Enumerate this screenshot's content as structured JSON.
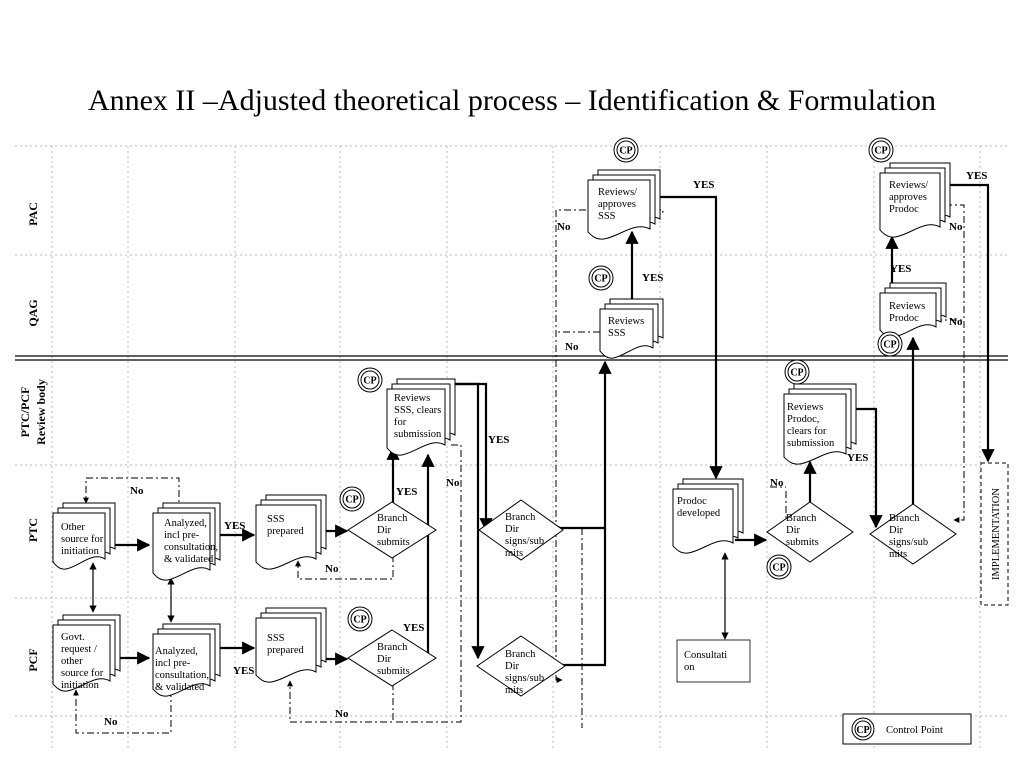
{
  "title": "Annex II –Adjusted theoretical process – Identification & Formulation",
  "lanes": {
    "pac": "PAC",
    "qag": "QAG",
    "ptc_pcf_1": "PTC/PCF",
    "ptc_pcf_2": "Review body",
    "ptc": "PTC",
    "pcf": "PCF"
  },
  "nodes": {
    "ptc_other_source": [
      "Other",
      "source for",
      "initiation"
    ],
    "ptc_analyzed": [
      "Analyzed,",
      "incl pre-",
      "consultation,",
      "& validated"
    ],
    "ptc_sss_prepared": [
      "SSS",
      "prepared"
    ],
    "ptc_branch_dir": [
      "Branch",
      "Dir",
      "submits"
    ],
    "pcf_govt_request": [
      "Govt.",
      "request /",
      "other",
      "source for",
      "initiation"
    ],
    "pcf_analyzed": [
      "Analyzed,",
      "incl pre-",
      "consultation,",
      "& validated"
    ],
    "pcf_sss_prepared": [
      "SSS",
      "prepared"
    ],
    "pcf_branch_dir": [
      "Branch",
      "Dir",
      "submits"
    ],
    "review_sss_clears": [
      "Reviews",
      "SSS, clears",
      "for",
      "submission"
    ],
    "ptc_branch_signs": [
      "Branch",
      "Dir",
      "signs/sub",
      "mits"
    ],
    "pcf_branch_signs": [
      "Branch",
      "Dir",
      "signs/sub",
      "mits"
    ],
    "qag_reviews_sss": [
      "Reviews",
      "SSS"
    ],
    "pac_reviews_sss": [
      "Reviews/",
      "approves",
      "SSS"
    ],
    "prodoc_developed": [
      "Prodoc",
      "developed"
    ],
    "consultation": [
      "Consultati",
      "on"
    ],
    "ptc_branch_submits_prodoc": [
      "Branch",
      "Dir",
      "submits"
    ],
    "review_prodoc_clears": [
      "Reviews",
      "Prodoc,",
      "clears for",
      "submission"
    ],
    "ptc_branch_signs_prodoc": [
      "Branch",
      "Dir",
      "signs/sub",
      "mits"
    ],
    "qag_reviews_prodoc": [
      "Reviews",
      "Prodoc"
    ],
    "pac_reviews_prodoc": [
      "Reviews/",
      "approves",
      "Prodoc"
    ],
    "implementation": "IMPLEMENTATION"
  },
  "labels": {
    "yes": "YES",
    "no": "No",
    "cp": "CP"
  },
  "legend": {
    "symbol": "CP",
    "text": "Control Point"
  }
}
